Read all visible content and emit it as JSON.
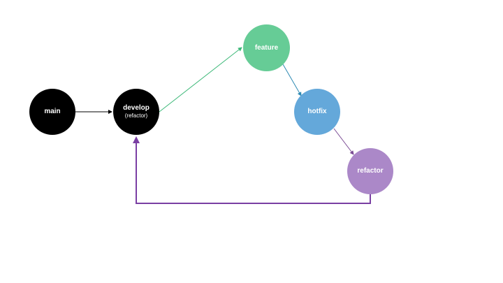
{
  "colors": {
    "main": "#000000",
    "develop": "#000000",
    "feature": "#66cc96",
    "hotfix": "#64a8da",
    "refactor": "#ab88c8",
    "edge_main_develop": "#000000",
    "edge_develop_feature": "#3cb878",
    "edge_feature_hotfix": "#2e8ab3",
    "edge_hotfix_refactor": "#7a4a94",
    "edge_refactor_develop": "#7a3fa3"
  },
  "nodes": {
    "main": {
      "label": "main"
    },
    "develop": {
      "label": "develop",
      "sub": "(refactor)"
    },
    "feature": {
      "label": "feature"
    },
    "hotfix": {
      "label": "hotfix"
    },
    "refactor": {
      "label": "refactor"
    }
  },
  "edges": [
    {
      "from": "main",
      "to": "develop",
      "color_key": "edge_main_develop"
    },
    {
      "from": "develop",
      "to": "feature",
      "color_key": "edge_develop_feature"
    },
    {
      "from": "feature",
      "to": "hotfix",
      "color_key": "edge_feature_hotfix"
    },
    {
      "from": "hotfix",
      "to": "refactor",
      "color_key": "edge_hotfix_refactor"
    },
    {
      "from": "refactor",
      "to": "develop",
      "color_key": "edge_refactor_develop"
    }
  ]
}
